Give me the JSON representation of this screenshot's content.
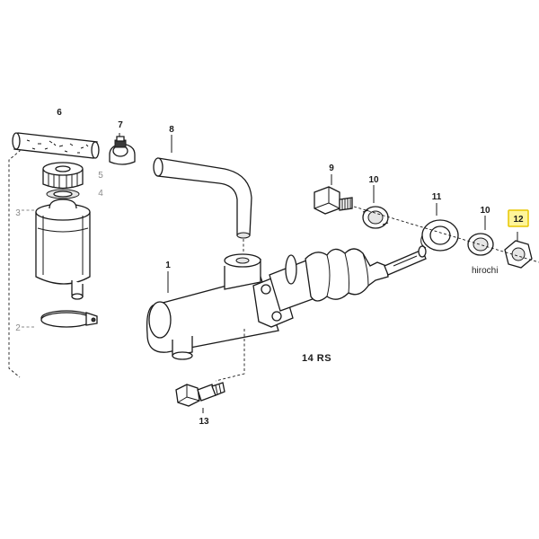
{
  "labels": {
    "p1": "1",
    "p2": "2",
    "p3": "3",
    "p4": "4",
    "p5": "5",
    "p6": "6",
    "p7": "7",
    "p8": "8",
    "p9": "9",
    "p10a": "10",
    "p10b": "10",
    "p11": "11",
    "p12": "12",
    "p13": "13"
  },
  "caption": "14  RS",
  "watermark": "hirochi",
  "colors": {
    "highlight": "#fff59a",
    "highlight_border": "#e7c600",
    "ink": "#1a1a1a"
  }
}
